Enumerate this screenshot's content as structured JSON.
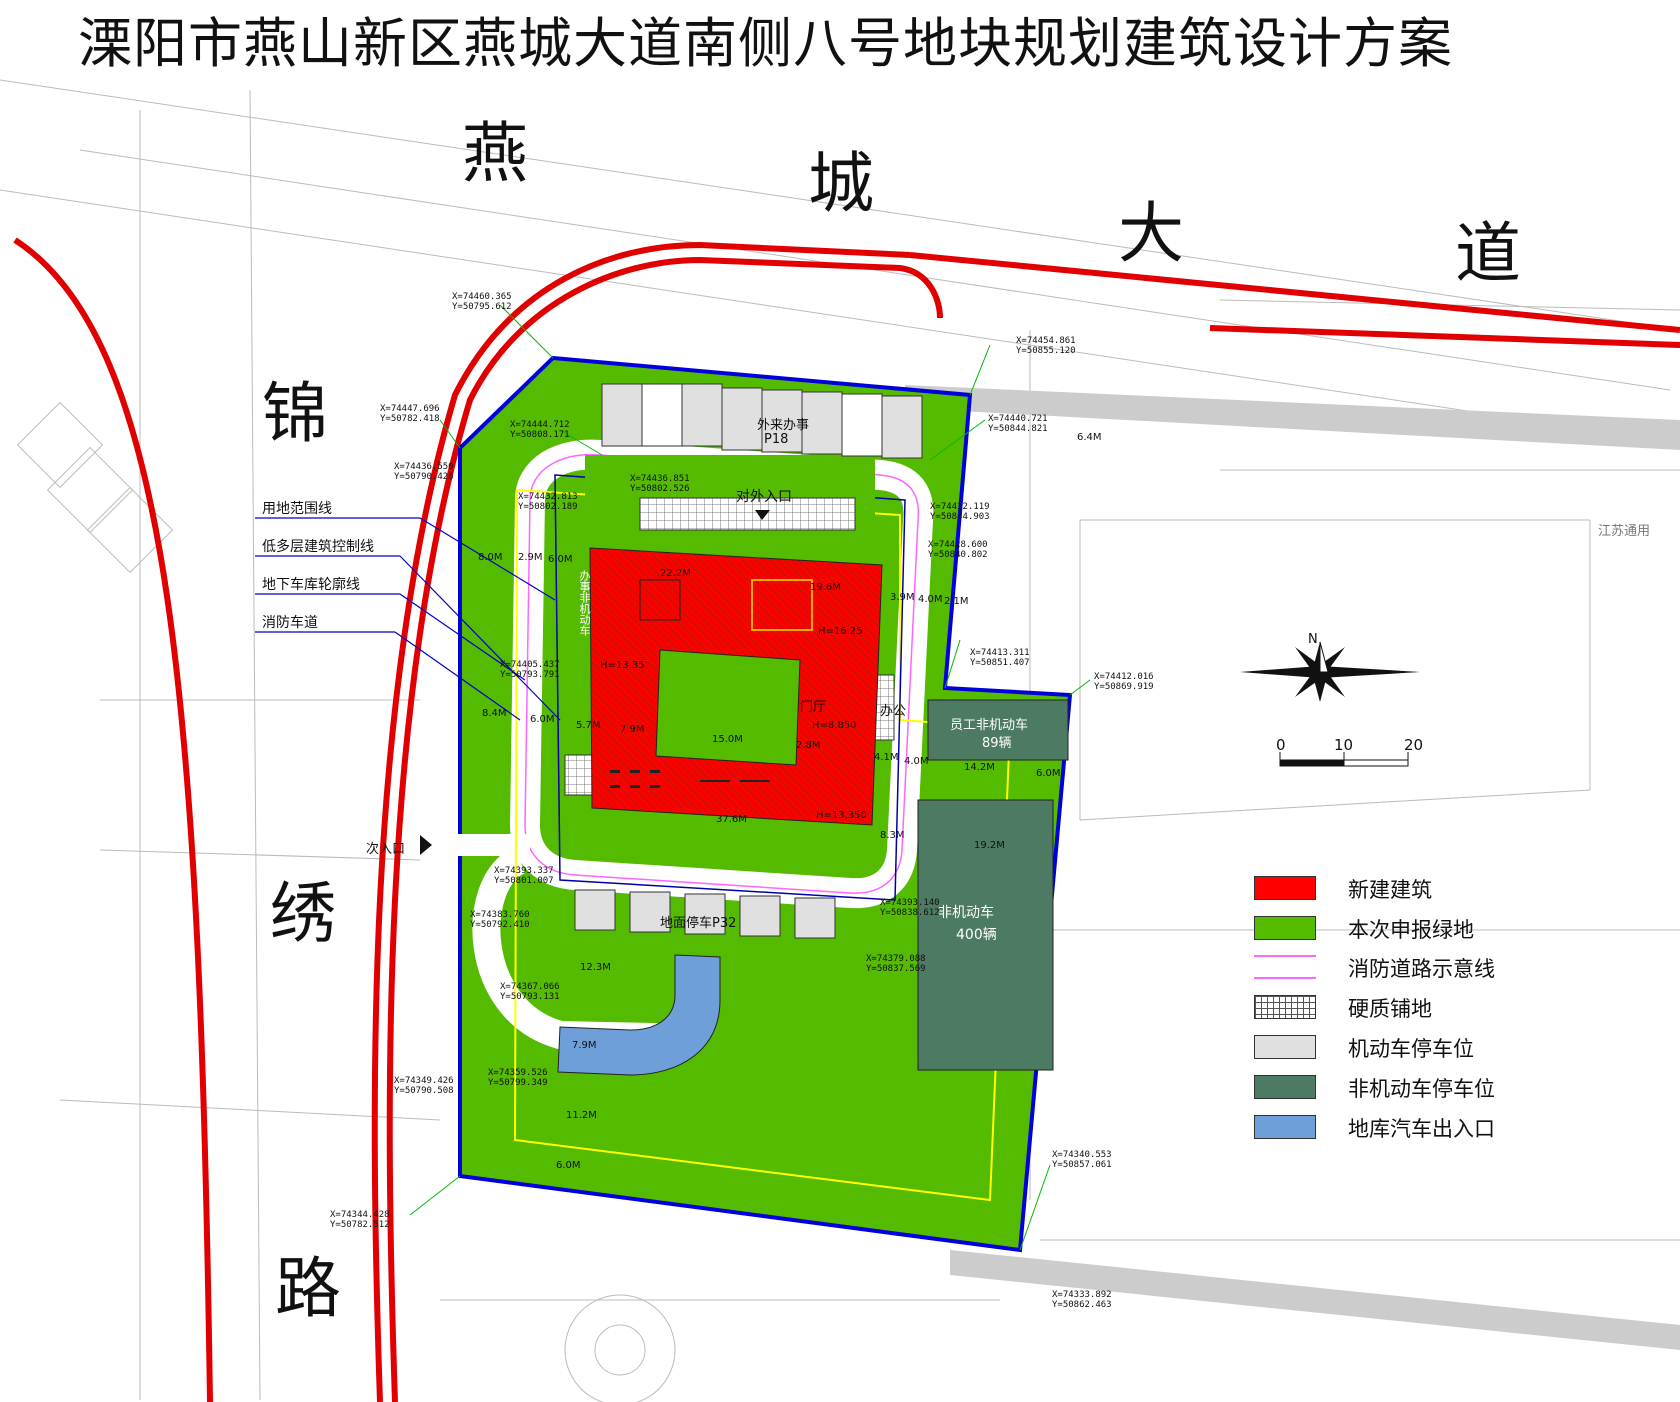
{
  "title": "溧阳市燕山新区燕城大道南侧八号地块规划建筑设计方案",
  "road_north": {
    "chars": [
      "燕",
      "城",
      "大",
      "道"
    ]
  },
  "road_west": {
    "chars": [
      "锦",
      "绣",
      "路"
    ]
  },
  "line_labels": [
    "用地范围线",
    "低多层建筑控制线",
    "地下车库轮廓线",
    "消防车道"
  ],
  "site_labels": {
    "visitor_parking": "外来办事",
    "visitor_parking_no": "P18",
    "main_entrance": "对外入口",
    "secondary_entrance": "次入口",
    "hall": "门厅",
    "office": "办公",
    "staff_bike": "员工非机动车",
    "staff_bike_count": "89辆",
    "bike": "非机动车",
    "bike_count": "400辆",
    "parking_lot": "地面停车P32",
    "neighbor": "江苏通用",
    "vertical_label": "办事非机动车",
    "fire_road_width": "6.4M"
  },
  "dimensions": [
    "8.0M",
    "2.9M",
    "6.0M",
    "22.2M",
    "19.6M",
    "3.9M",
    "4.0M",
    "2.1M",
    "8.4M",
    "6.0M",
    "5.7M",
    "7.9M",
    "15.0M",
    "2.8M",
    "4.1M",
    "4.0M",
    "14.2M",
    "6.0M",
    "37.6M",
    "8.3M",
    "19.2M",
    "12.3M",
    "7.9M",
    "11.2M",
    "6.0M"
  ],
  "heights": [
    "H=16.25",
    "H=8.850",
    "H=13.350",
    "H=13.35"
  ],
  "coords": [
    [
      "X=74460.365",
      "Y=50795.612"
    ],
    [
      "X=74447.696",
      "Y=50782.418"
    ],
    [
      "X=74444.712",
      "Y=50808.171"
    ],
    [
      "X=74436.550",
      "Y=50790.426"
    ],
    [
      "X=74436.851",
      "Y=50802.526"
    ],
    [
      "X=74432.813",
      "Y=50802.189"
    ],
    [
      "X=74454.861",
      "Y=50855.120"
    ],
    [
      "X=74440.721",
      "Y=50844.821"
    ],
    [
      "X=74432.119",
      "Y=50844.903"
    ],
    [
      "X=74428.600",
      "Y=50840.802"
    ],
    [
      "X=74413.311",
      "Y=50851.407"
    ],
    [
      "X=74412.016",
      "Y=50869.919"
    ],
    [
      "X=74405.437",
      "Y=50793.791"
    ],
    [
      "X=74393.337",
      "Y=50801.007"
    ],
    [
      "X=74383.760",
      "Y=50792.410"
    ],
    [
      "X=74393.140",
      "Y=50838.612"
    ],
    [
      "X=74379.088",
      "Y=50837.569"
    ],
    [
      "X=74367.066",
      "Y=50793.131"
    ],
    [
      "X=74359.526",
      "Y=50799.349"
    ],
    [
      "X=74349.426",
      "Y=50790.508"
    ],
    [
      "X=74340.553",
      "Y=50857.061"
    ],
    [
      "X=74344.428",
      "Y=50782.512"
    ],
    [
      "X=74333.892",
      "Y=50862.463"
    ]
  ],
  "compass": {
    "north": "N"
  },
  "scale": {
    "ticks": [
      "0",
      "10",
      "20"
    ]
  },
  "legend": [
    {
      "label": "新建建筑",
      "color": "#ff0000"
    },
    {
      "label": "本次申报绿地",
      "color": "#55bb00"
    },
    {
      "label": "消防道路示意线",
      "color": "#ffffff"
    },
    {
      "label": "硬质铺地",
      "color": "#ffffff"
    },
    {
      "label": "机动车停车位",
      "color": "#e0e0e0"
    },
    {
      "label": "非机动车停车位",
      "color": "#4d7a62"
    },
    {
      "label": "地库汽车出入口",
      "color": "#6f9fd8"
    }
  ]
}
